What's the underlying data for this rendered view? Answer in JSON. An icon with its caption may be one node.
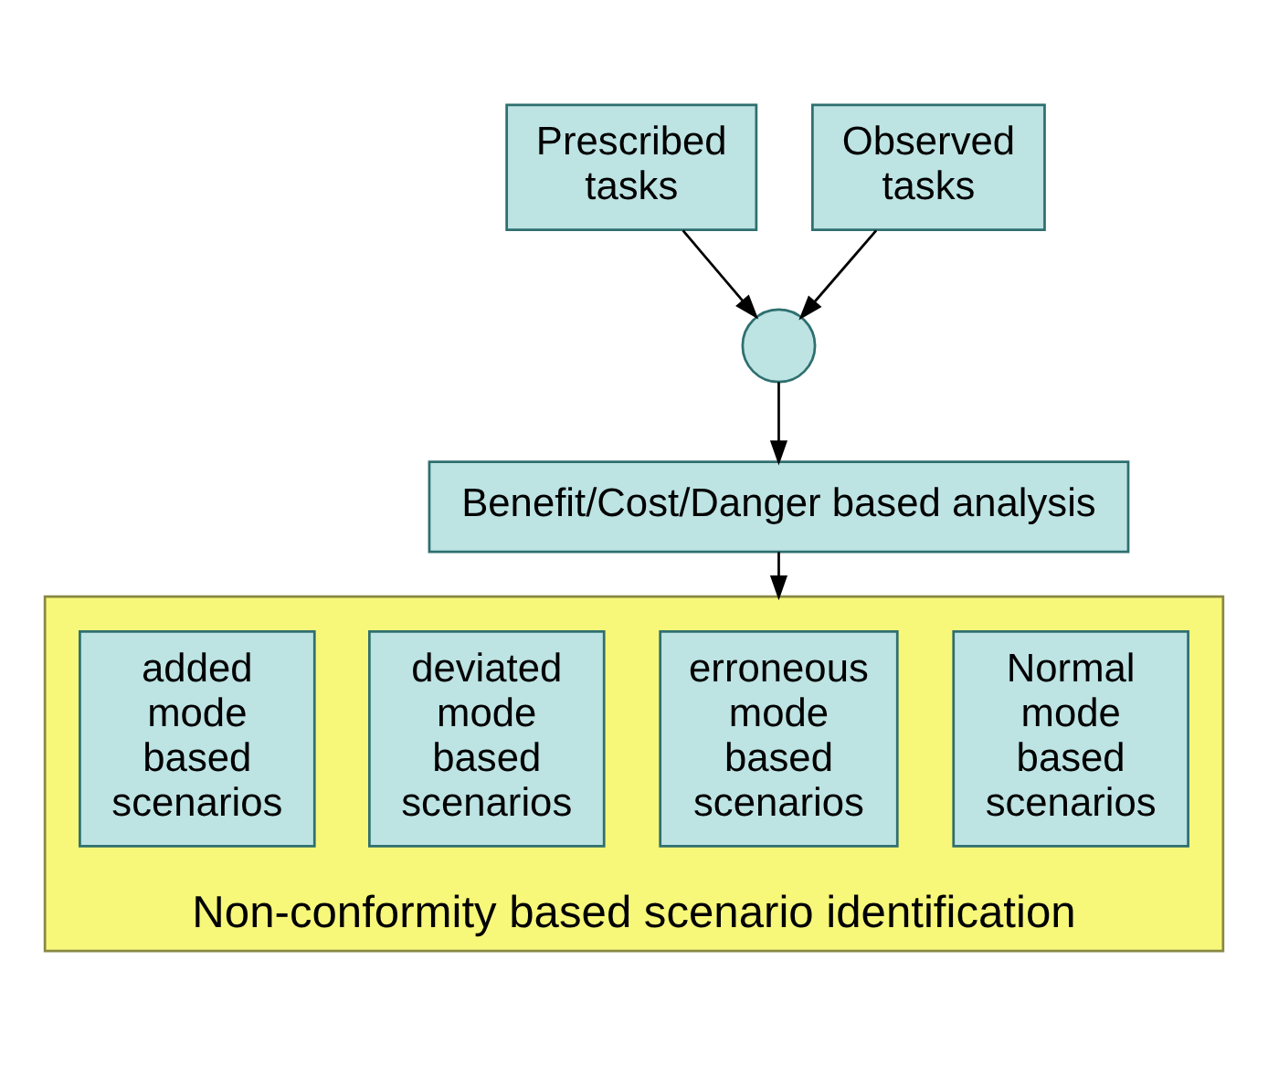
{
  "diagram": {
    "nodes": [
      {
        "text": [
          "Prescribed tasks"
        ]
      },
      {
        "text": [
          "Observed tasks"
        ]
      },
      {
        "text": [],
        "shape": "circle"
      },
      {
        "text": [
          "Benefit/Cost/Danger based analysis"
        ]
      },
      {
        "text": [
          "Non-conformity based scenario identification"
        ]
      },
      {
        "text": [
          "Normal mode based scenarios"
        ],
        "in": 4
      },
      {
        "text": [
          "erroneous mode based scenarios"
        ],
        "in": 4
      },
      {
        "text": [
          "deviated mode based scenarios"
        ],
        "in": 4
      },
      {
        "text": [
          "added mode based scenarios"
        ],
        "in": 4
      }
    ],
    "edges": [
      {
        "from": 0,
        "to": 2,
        "arrow": "to"
      },
      {
        "from": 1,
        "to": 2,
        "arrow": "to"
      },
      {
        "from": 2,
        "to": 3,
        "arrow": "to"
      },
      {
        "from": 3,
        "to": 4,
        "arrow": "to"
      }
    ]
  }
}
